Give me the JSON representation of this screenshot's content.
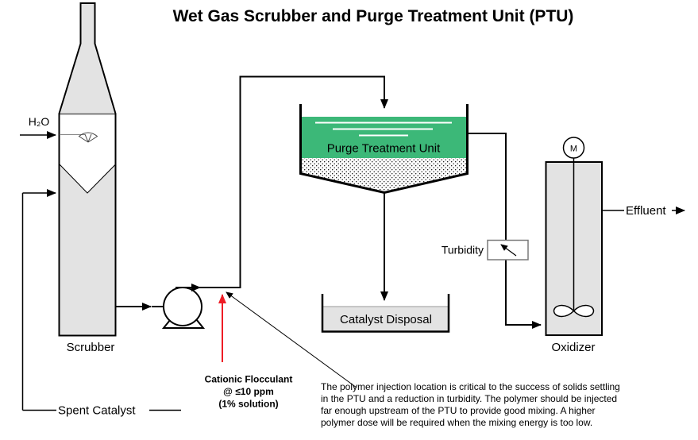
{
  "title": "Wet Gas Scrubber and Purge Treatment Unit (PTU)",
  "colors": {
    "vessel_fill": "#e3e3e3",
    "pond_green": "#3cb878",
    "red_accent": "#ee1c25",
    "instrument_border": "#7a7a7a"
  },
  "scrubber": {
    "label": "Scrubber",
    "water_inlet_label": "H₂O"
  },
  "spent_catalyst": {
    "label": "Spent Catalyst"
  },
  "ptu": {
    "label": "Purge Treatment Unit"
  },
  "catalyst_disposal": {
    "label": "Catalyst Disposal"
  },
  "turbidity": {
    "label": "Turbidity"
  },
  "oxidizer": {
    "label": "Oxidizer",
    "motor_label": "M",
    "effluent_label": "Effluent"
  },
  "flocculant": {
    "lines": [
      "Cationic Flocculant",
      "@ ≤10 ppm",
      "(1% solution)"
    ]
  },
  "note": {
    "lines": [
      "The polymer injection location is critical to the success of solids settling",
      "in the PTU and a reduction in turbidity. The polymer should be injected",
      "far enough upstream of the PTU to provide good mixing. A higher",
      "polymer dose will be required when the mixing energy is too low."
    ]
  }
}
